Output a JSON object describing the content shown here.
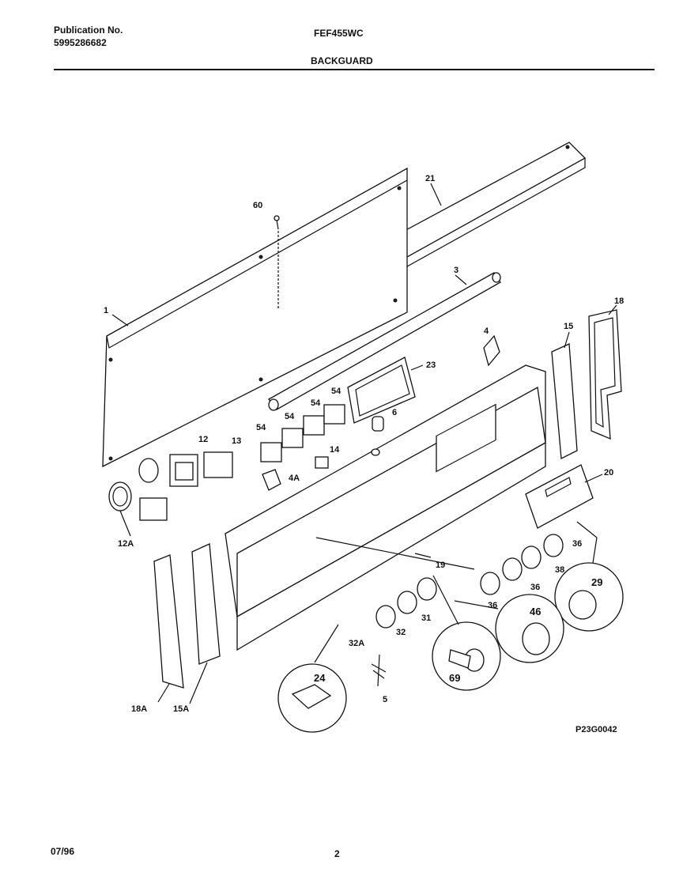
{
  "header": {
    "publication_label": "Publication No.",
    "publication_number": "5995286682",
    "model": "FEF455WC",
    "section": "BACKGUARD"
  },
  "footer": {
    "date": "07/96",
    "page": "2"
  },
  "figure_code": "P23G0042",
  "callouts": [
    "60",
    "21",
    "3",
    "1",
    "4",
    "23",
    "15",
    "18",
    "54",
    "54",
    "54",
    "54",
    "6",
    "12",
    "13",
    "14",
    "4A",
    "12A",
    "20",
    "36",
    "38",
    "36",
    "36",
    "19",
    "29",
    "46",
    "31",
    "32",
    "32A",
    "69",
    "24",
    "5",
    "18A",
    "15A"
  ]
}
